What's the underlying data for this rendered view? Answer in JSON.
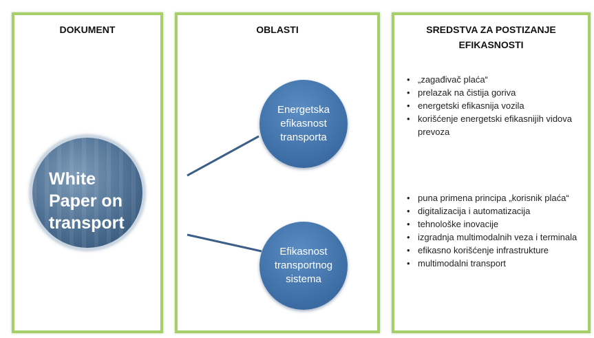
{
  "columns": {
    "document": {
      "title": "DOKUMENT",
      "circle_text": "White Paper on transport"
    },
    "areas": {
      "title": "OBLASTI",
      "items": [
        {
          "label": "Energetska efikasnost transporta"
        },
        {
          "label": "Efikasnost transportnog sistema"
        }
      ]
    },
    "means": {
      "title": "SREDSTVA ZA POSTIZANJE EFIKASNOSTI",
      "group1": [
        "„zagađivač plaća“",
        "prelazak na čistija goriva",
        "energetski efikasnija vozila",
        "korišćenje energetski efikasnijih vidova prevoza"
      ],
      "group2": [
        "puna primena principa „korisnik plaća“",
        "digitalizacija i automatizacija",
        "tehnološke inovacije",
        "izgradnja multimodalnih veza i terminala",
        "efikasno korišćenje infrastrukture",
        "multimodalni transport"
      ]
    }
  },
  "colors": {
    "panel_border": "#a6cf6a",
    "area_circle": "#3e6fa6",
    "connector": "#3b5f86"
  }
}
